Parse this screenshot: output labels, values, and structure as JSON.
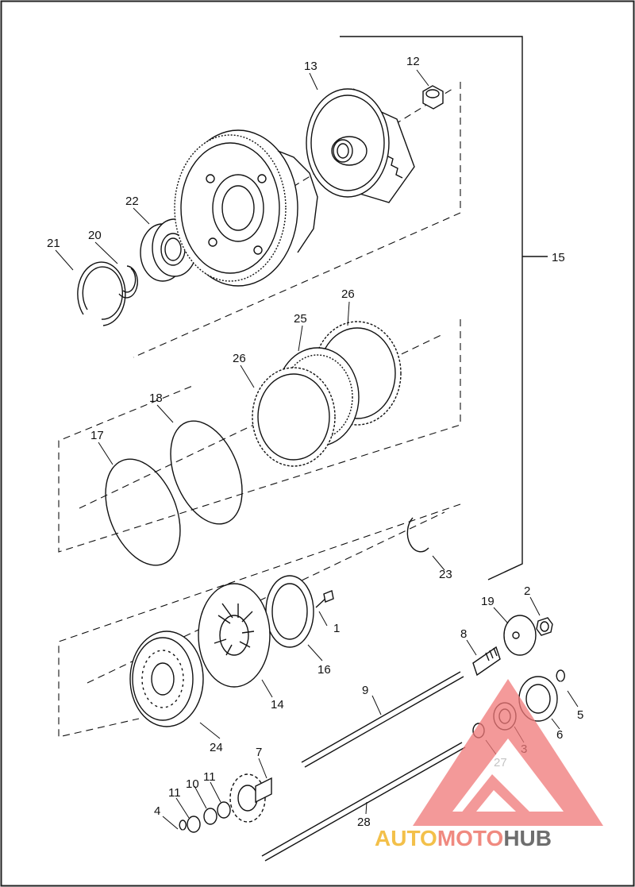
{
  "diagram": {
    "callouts": {
      "c1": "1",
      "c2": "2",
      "c3": "3",
      "c4": "4",
      "c5": "5",
      "c6": "6",
      "c7": "7",
      "c8": "8",
      "c9": "9",
      "c10": "10",
      "c11a": "11",
      "c11b": "11",
      "c12": "12",
      "c13": "13",
      "c14": "14",
      "c15": "15",
      "c16": "16",
      "c17": "17",
      "c18": "18",
      "c19": "19",
      "c20": "20",
      "c21": "21",
      "c22": "22",
      "c23": "23",
      "c24": "24",
      "c25": "25",
      "c26a": "26",
      "c26b": "26",
      "c27": "27",
      "c28": "28"
    }
  },
  "watermark": {
    "part1": "AUTO",
    "part2": "MOTO",
    "part3": "HUB",
    "color_auto": "#f3c04a",
    "color_moto": "#f08a80",
    "color_hub": "#6e6e6e",
    "logo_color": "#f07878"
  }
}
